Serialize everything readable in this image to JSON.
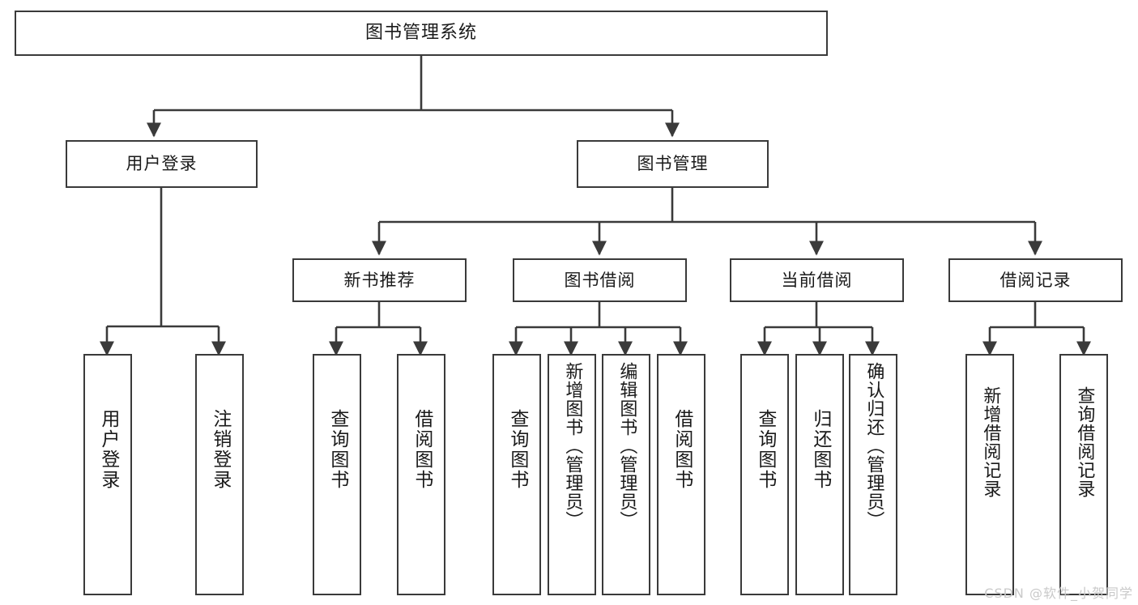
{
  "diagram": {
    "title": "图书管理系统",
    "type": "tree",
    "orientation": "top-down",
    "colors": {
      "background": "#ffffff",
      "box_border": "#3a3a3a",
      "connector": "#3a3a3a",
      "text": "#1a1a1a",
      "watermark": "#c9c9c9"
    }
  },
  "nodes": {
    "root": {
      "label": "图书管理系统",
      "level": 1
    },
    "user_login": {
      "label": "用户登录",
      "level": 2
    },
    "book_manage": {
      "label": "图书管理",
      "level": 2
    },
    "new_book_rec": {
      "label": "新书推荐",
      "level": 3
    },
    "book_borrow": {
      "label": "图书借阅",
      "level": 3
    },
    "current_borrow": {
      "label": "当前借阅",
      "level": 3
    },
    "borrow_record": {
      "label": "借阅记录",
      "level": 3
    },
    "leaf_user_login": {
      "label": "用户登录",
      "level": 3
    },
    "leaf_logout": {
      "label": "注销登录",
      "level": 3
    },
    "leaf_query_book_1": {
      "label": "查询图书",
      "level": 4
    },
    "leaf_borrow_book_1": {
      "label": "借阅图书",
      "level": 4
    },
    "leaf_query_book_2": {
      "label": "查询图书",
      "level": 4
    },
    "leaf_add_book": {
      "label": "新增图书（管理员）",
      "level": 4
    },
    "leaf_edit_book": {
      "label": "编辑图书（管理员）",
      "level": 4
    },
    "leaf_borrow_book_2": {
      "label": "借阅图书",
      "level": 4
    },
    "leaf_query_book_3": {
      "label": "查询图书",
      "level": 4
    },
    "leaf_return_book": {
      "label": "归还图书",
      "level": 4
    },
    "leaf_confirm_return": {
      "label": "确认归还（管理员）",
      "level": 4
    },
    "leaf_add_record": {
      "label": "新增借阅记录",
      "level": 4
    },
    "leaf_query_record": {
      "label": "查询借阅记录",
      "level": 4
    }
  },
  "edges": [
    {
      "from": "root",
      "to": "user_login"
    },
    {
      "from": "root",
      "to": "book_manage"
    },
    {
      "from": "user_login",
      "to": "leaf_user_login"
    },
    {
      "from": "user_login",
      "to": "leaf_logout"
    },
    {
      "from": "book_manage",
      "to": "new_book_rec"
    },
    {
      "from": "book_manage",
      "to": "book_borrow"
    },
    {
      "from": "book_manage",
      "to": "current_borrow"
    },
    {
      "from": "book_manage",
      "to": "borrow_record"
    },
    {
      "from": "new_book_rec",
      "to": "leaf_query_book_1"
    },
    {
      "from": "new_book_rec",
      "to": "leaf_borrow_book_1"
    },
    {
      "from": "book_borrow",
      "to": "leaf_query_book_2"
    },
    {
      "from": "book_borrow",
      "to": "leaf_add_book"
    },
    {
      "from": "book_borrow",
      "to": "leaf_edit_book"
    },
    {
      "from": "book_borrow",
      "to": "leaf_borrow_book_2"
    },
    {
      "from": "current_borrow",
      "to": "leaf_query_book_3"
    },
    {
      "from": "current_borrow",
      "to": "leaf_return_book"
    },
    {
      "from": "current_borrow",
      "to": "leaf_confirm_return"
    },
    {
      "from": "borrow_record",
      "to": "leaf_add_record"
    },
    {
      "from": "borrow_record",
      "to": "leaf_query_record"
    }
  ],
  "watermark": {
    "text": "CSDN @软件_小贺同学"
  }
}
